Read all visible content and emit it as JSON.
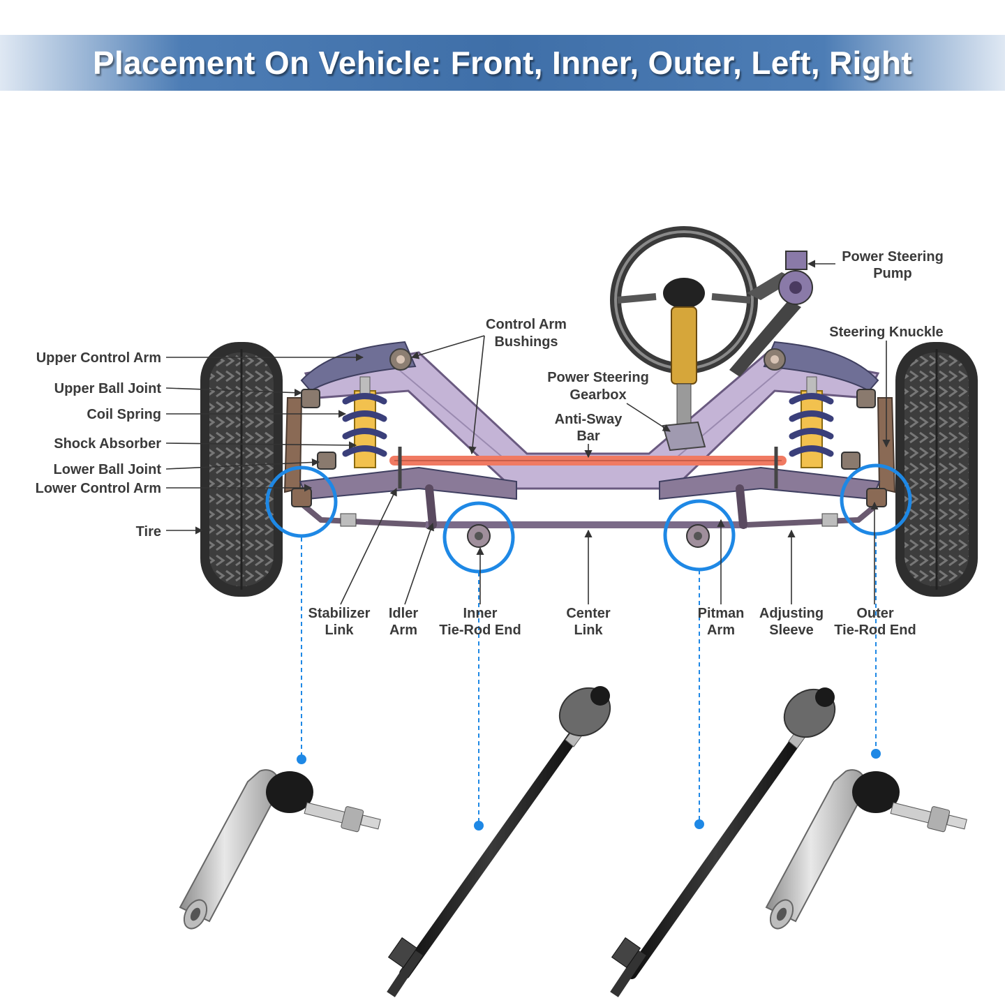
{
  "banner": {
    "title": "Placement On Vehicle: Front, Inner, Outer, Left, Right"
  },
  "labels": {
    "upper_control_arm": "Upper Control Arm",
    "upper_ball_joint": "Upper Ball Joint",
    "coil_spring": "Coil Spring",
    "shock_absorber": "Shock Absorber",
    "lower_ball_joint": "Lower Ball Joint",
    "lower_control_arm": "Lower Control Arm",
    "tire": "Tire",
    "control_arm_bushings": [
      "Control Arm",
      "Bushings"
    ],
    "power_steering_gearbox": [
      "Power Steering",
      "Gearbox"
    ],
    "anti_sway_bar": [
      "Anti-Sway",
      "Bar"
    ],
    "power_steering_pump": [
      "Power Steering",
      "Pump"
    ],
    "steering_knuckle": "Steering Knuckle",
    "stabilizer_link": [
      "Stabilizer",
      "Link"
    ],
    "idler_arm": [
      "Idler",
      "Arm"
    ],
    "inner_tie_rod_end": [
      "Inner",
      "Tie-Rod End"
    ],
    "center_link": [
      "Center",
      "Link"
    ],
    "pitman_arm": [
      "Pitman",
      "Arm"
    ],
    "adjusting_sleeve": [
      "Adjusting",
      "Sleeve"
    ],
    "outer_tie_rod_end": [
      "Outer",
      "Tie-Rod End"
    ]
  },
  "colors": {
    "banner": "#3f6fa8",
    "highlight": "#1e88e5",
    "frame": "#c3b3d3",
    "arm": "#6f6f96",
    "sway_bar": "#f07a62",
    "shock": "#f2c14e",
    "tire": "#3b3b3b",
    "label": "#3a3a3a"
  },
  "parts": [
    {
      "name": "outer-tie-rod-end-left"
    },
    {
      "name": "inner-tie-rod-end-left"
    },
    {
      "name": "inner-tie-rod-end-right"
    },
    {
      "name": "outer-tie-rod-end-right"
    }
  ]
}
